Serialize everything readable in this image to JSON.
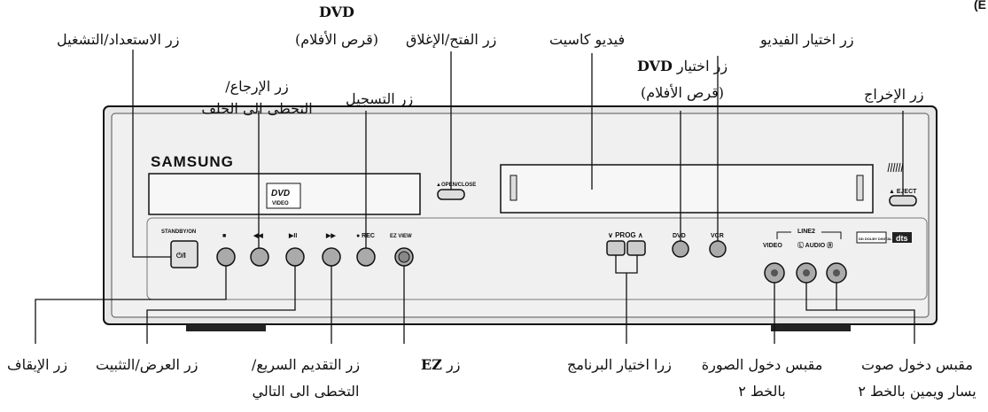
{
  "corner_mark": "(E",
  "device": {
    "brand": "SAMSUNG",
    "open_close": "▲OPEN/CLOSE",
    "eject": "▲ EJECT",
    "standby_on": "STANDBY/ON",
    "standby_glyph": "⏻/I",
    "transport_stop": "■",
    "transport_rewind": "◀◀",
    "transport_play": "▶II",
    "transport_ffwd": "▶▶",
    "transport_rec": "● REC",
    "ez_view": "EZ VIEW",
    "prog": "∨ PROG ∧",
    "dvd": "DVD",
    "vcr": "VCR",
    "line2": "LINE2",
    "video": "VIDEO",
    "audio": "Ⓛ AUDIO Ⓡ",
    "dvd_logo_top": "DVD",
    "dvd_logo_bottom": "VIDEO",
    "dolby": "DD DOLBY DIGITAL",
    "dts": "dts"
  },
  "labels": {
    "dvd_title": "DVD",
    "dvd_sub": "(قرص الأفلام)",
    "standby_play": "زر الاستعداد/التشغيل",
    "open_close": "زر الفتح/الإغلاق",
    "video_cassette": "فيديو كاسيت",
    "vcr_select": "زر اختيار الفيديو",
    "rewind_line1": "زر الإرجاع/",
    "rewind_line2": "التخطى الى الخلف",
    "record": "زر التسجيل",
    "dvd_select_prefix": "زر اختيار",
    "dvd_select_strong": "DVD",
    "dvd_select_sub": "(قرص الأفلام)",
    "eject": "زر الإخراج",
    "stop": "زر الإيقاف",
    "play_pause": "زر العرض/التثبيت",
    "ffwd_line1": "زر التقديم السريع/",
    "ffwd_line2": "التخطى الى التالي",
    "ez_prefix": "زر",
    "ez_strong": "EZ",
    "prog_select": "زرا اختيار البرنامج",
    "video_in_line1": "مقبس دخول الصورة",
    "video_in_line2": "بالخط ٢",
    "audio_in_line1": "مقبس دخول صوت",
    "audio_in_line2": "يسار ويمين بالخط ٢"
  }
}
